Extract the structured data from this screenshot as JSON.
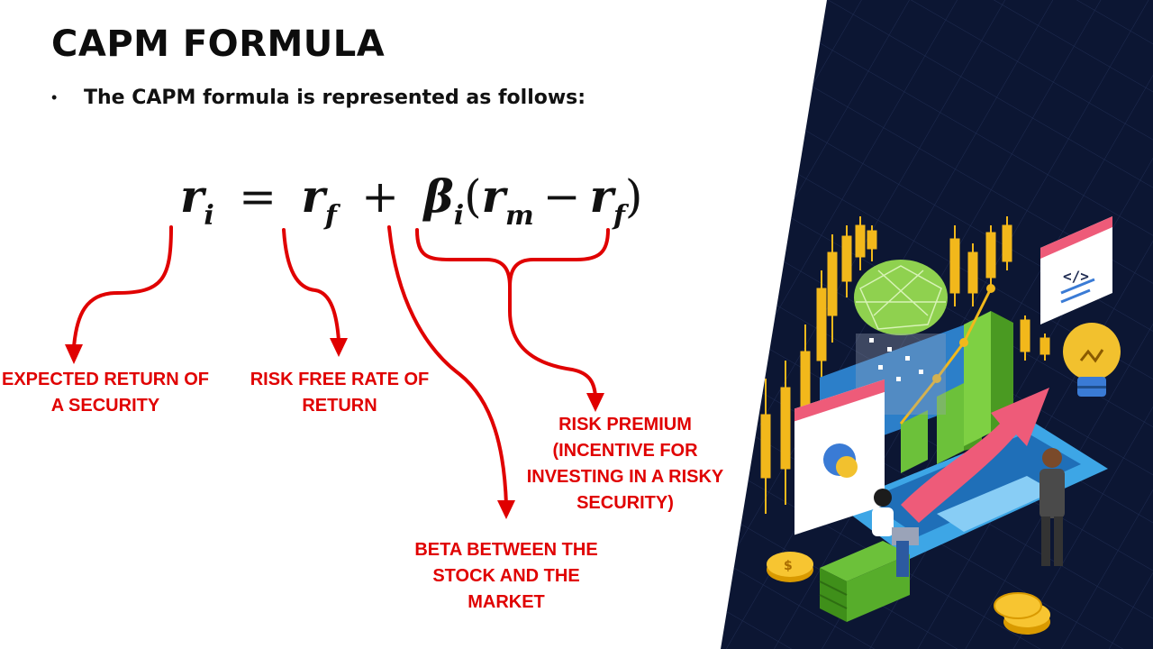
{
  "slide": {
    "title": "CAPM FORMULA",
    "bullet": "The CAPM formula is represented as follows:",
    "bullet_marker": "•"
  },
  "formula": {
    "lhs": "r",
    "lhs_sub": "i",
    "equals": "=",
    "rf": "r",
    "rf_sub": "f",
    "plus": "+",
    "beta": "β",
    "beta_sub": "i",
    "open_paren": "(",
    "rm": "r",
    "rm_sub": "m",
    "minus": "−",
    "rf2": "r",
    "rf2_sub": "f",
    "close_paren": ")"
  },
  "labels": {
    "expected_return": [
      "EXPECTED RETURN OF",
      "A SECURITY"
    ],
    "risk_free": [
      "RISK FREE RATE OF",
      "RETURN"
    ],
    "beta": [
      "BETA BETWEEN THE",
      "STOCK AND THE",
      "MARKET"
    ],
    "risk_premium": [
      "RISK PREMIUM",
      "(INCENTIVE FOR",
      "INVESTING IN A RISKY",
      "SECURITY)"
    ]
  },
  "colors": {
    "accent": "#e00000",
    "panel_bg": "#0c1633",
    "text": "#111111"
  }
}
